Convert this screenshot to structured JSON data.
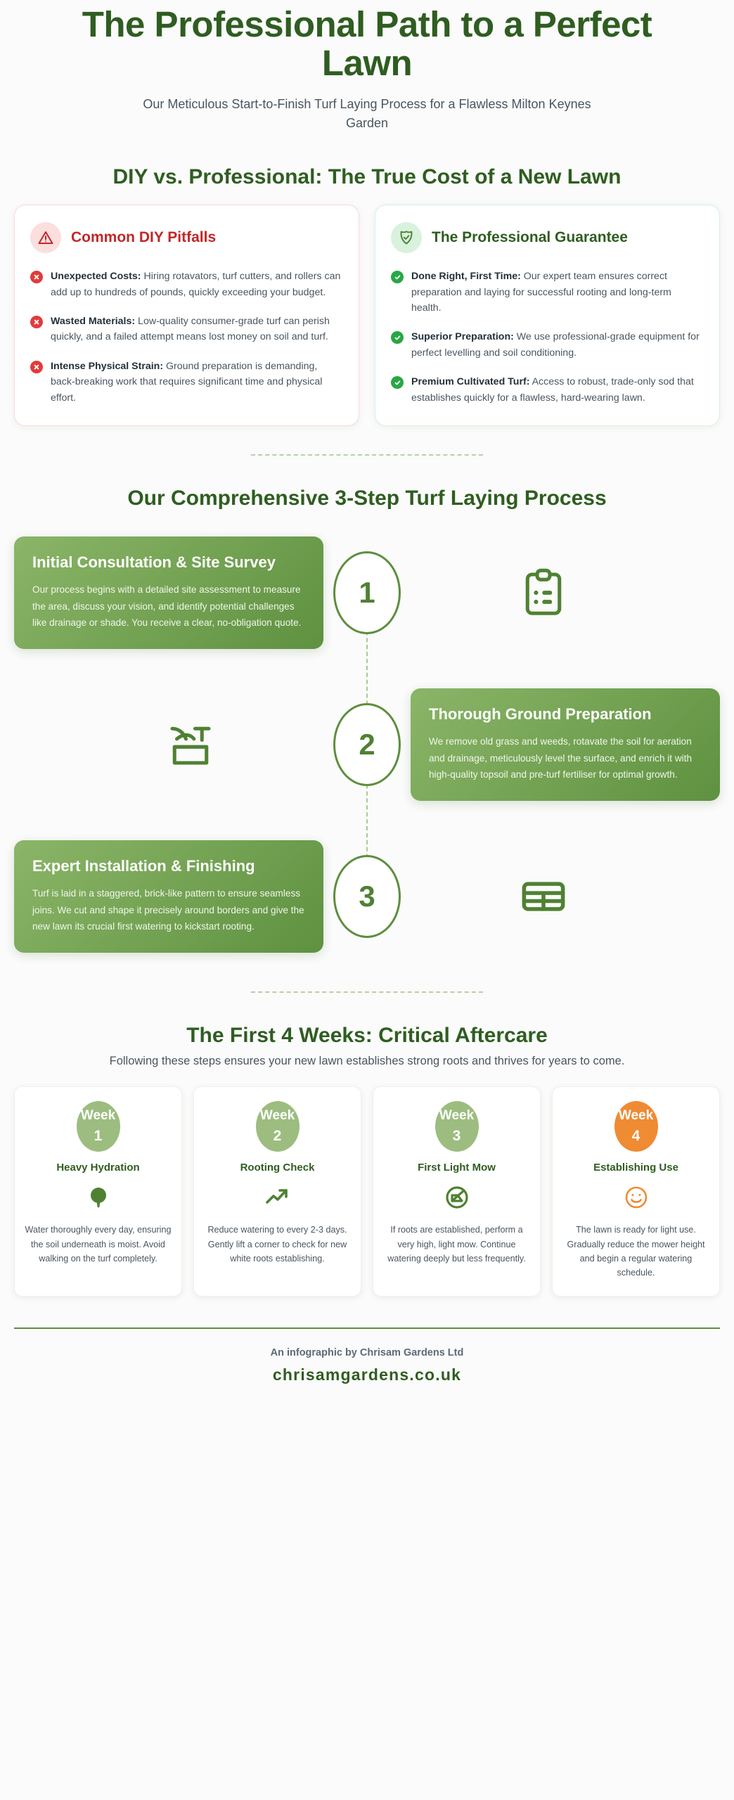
{
  "hero": {
    "title": "The Professional Path to a Perfect Lawn",
    "subtitle": "Our Meticulous Start-to-Finish Turf Laying Process for a Flawless Milton Keynes Garden"
  },
  "compare": {
    "heading": "DIY vs. Professional: The True Cost of a New Lawn",
    "diy": {
      "icon": "warning-triangle-icon",
      "title": "Common DIY Pitfalls",
      "accent": "#c02828",
      "points": [
        {
          "label": "Unexpected Costs:",
          "text": " Hiring rotavators, turf cutters, and rollers can add up to hundreds of pounds, quickly exceeding your budget."
        },
        {
          "label": "Wasted Materials:",
          "text": " Low-quality consumer-grade turf can perish quickly, and a failed attempt means lost money on soil and turf."
        },
        {
          "label": "Intense Physical Strain:",
          "text": " Ground preparation is demanding, back-breaking work that requires significant time and physical effort."
        }
      ]
    },
    "pro": {
      "icon": "shield-check-icon",
      "title": "The Professional Guarantee",
      "accent": "#2f5d21",
      "points": [
        {
          "label": "Done Right, First Time:",
          "text": " Our expert team ensures correct preparation and laying for successful rooting and long-term health."
        },
        {
          "label": "Superior Preparation:",
          "text": " We use professional-grade equipment for perfect levelling and soil conditioning."
        },
        {
          "label": "Premium Cultivated Turf:",
          "text": " Access to robust, trade-only sod that establishes quickly for a flawless, hard-wearing lawn."
        }
      ]
    }
  },
  "process": {
    "heading": "Our Comprehensive 3-Step Turf Laying Process",
    "steps": [
      {
        "number": "1",
        "title": "Initial Consultation & Site Survey",
        "text": "Our process begins with a detailed site assessment to measure the area, discuss your vision, and identify potential challenges like drainage or shade. You receive a clear, no-obligation quote.",
        "icon": "clipboard-list-icon"
      },
      {
        "number": "2",
        "title": "Thorough Ground Preparation",
        "text": "We remove old grass and weeds, rotavate the soil for aeration and drainage, meticulously level the surface, and enrich it with high-quality topsoil and pre-turf fertiliser for optimal growth.",
        "icon": "spade-soil-icon"
      },
      {
        "number": "3",
        "title": "Expert Installation & Finishing",
        "text": "Turf is laid in a staggered, brick-like pattern to ensure seamless joins. We cut and shape it precisely around borders and give the new lawn its crucial first watering to kickstart rooting.",
        "icon": "brick-grid-icon"
      }
    ]
  },
  "aftercare": {
    "heading": "The First 4 Weeks: Critical Aftercare",
    "subheading": "Following these steps ensures your new lawn establishes strong roots and thrives for years to come.",
    "weeks": [
      {
        "badge_label": "Week",
        "badge_number": "1",
        "badge_color": "#9cbd7f",
        "title": "Heavy Hydration",
        "icon": "water-drop-icon",
        "text": "Water thoroughly every day, ensuring the soil underneath is moist. Avoid walking on the turf completely."
      },
      {
        "badge_label": "Week",
        "badge_number": "2",
        "badge_color": "#9cbd7f",
        "title": "Rooting Check",
        "icon": "trending-up-icon",
        "text": "Reduce watering to every 2-3 days. Gently lift a corner to check for new white roots establishing."
      },
      {
        "badge_label": "Week",
        "badge_number": "3",
        "badge_color": "#9cbd7f",
        "title": "First Light Mow",
        "icon": "mower-circle-icon",
        "text": "If roots are established, perform a very high, light mow. Continue watering deeply but less frequently."
      },
      {
        "badge_label": "Week",
        "badge_number": "4",
        "badge_color": "#ef8b33",
        "title": "Establishing Use",
        "icon": "smiley-face-icon",
        "text": "The lawn is ready for light use. Gradually reduce the mower height and begin a regular watering schedule."
      }
    ]
  },
  "footer": {
    "credit": "An infographic by Chrisam Gardens Ltd",
    "website": "chrisamgardens.co.uk"
  }
}
